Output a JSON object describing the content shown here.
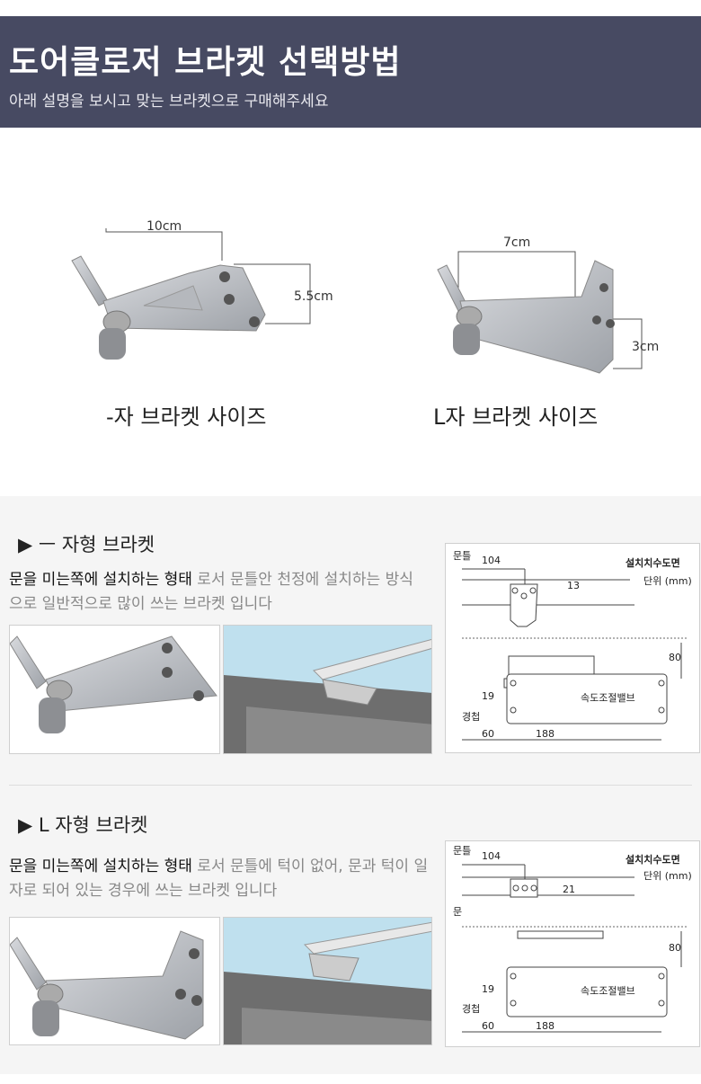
{
  "header": {
    "title": "도어클로저 브라켓 선택방법",
    "subtitle": "아래 설명을 보시고 맞는 브라켓으로 구매해주세요"
  },
  "sizes": [
    {
      "caption": "-자 브라켓 사이즈",
      "width": "10cm",
      "height": "5.5cm"
    },
    {
      "caption": "L자 브라켓 사이즈",
      "width": "7cm",
      "height": "3cm"
    }
  ],
  "sections": [
    {
      "marker": "▶",
      "title": "ㅡ 자형 브라켓",
      "desc_strong": "문을 미는쪽에 설치하는 형태",
      "desc_rest": " 로서 문틀안 천정에 설치하는 방식으로 일반적으로 많이 쓰는 브라켓 입니다",
      "diagram": {
        "frame": "문틀",
        "top_dim": "104",
        "offset": "13",
        "title": "설치치수도면",
        "unit": "단위 (mm)",
        "height_dim": "80",
        "hole_dim": "19",
        "valve": "속도조절밸브",
        "hinge": "경첩",
        "left_dim": "60",
        "body_dim": "188"
      }
    },
    {
      "marker": "▶",
      "title": "L 자형 브라켓",
      "desc_strong": "문을 미는쪽에 설치하는 형태",
      "desc_rest": " 로서 문틀에 턱이 없어, 문과 턱이 일자로 되어 있는 경우에 쓰는 브라켓 입니다",
      "diagram": {
        "frame": "문틀",
        "door": "문",
        "top_dim": "104",
        "offset": "21",
        "title": "설치치수도면",
        "unit": "단위 (mm)",
        "height_dim": "80",
        "hole_dim": "19",
        "valve": "속도조절밸브",
        "hinge": "경첩",
        "left_dim": "60",
        "body_dim": "188"
      }
    }
  ]
}
